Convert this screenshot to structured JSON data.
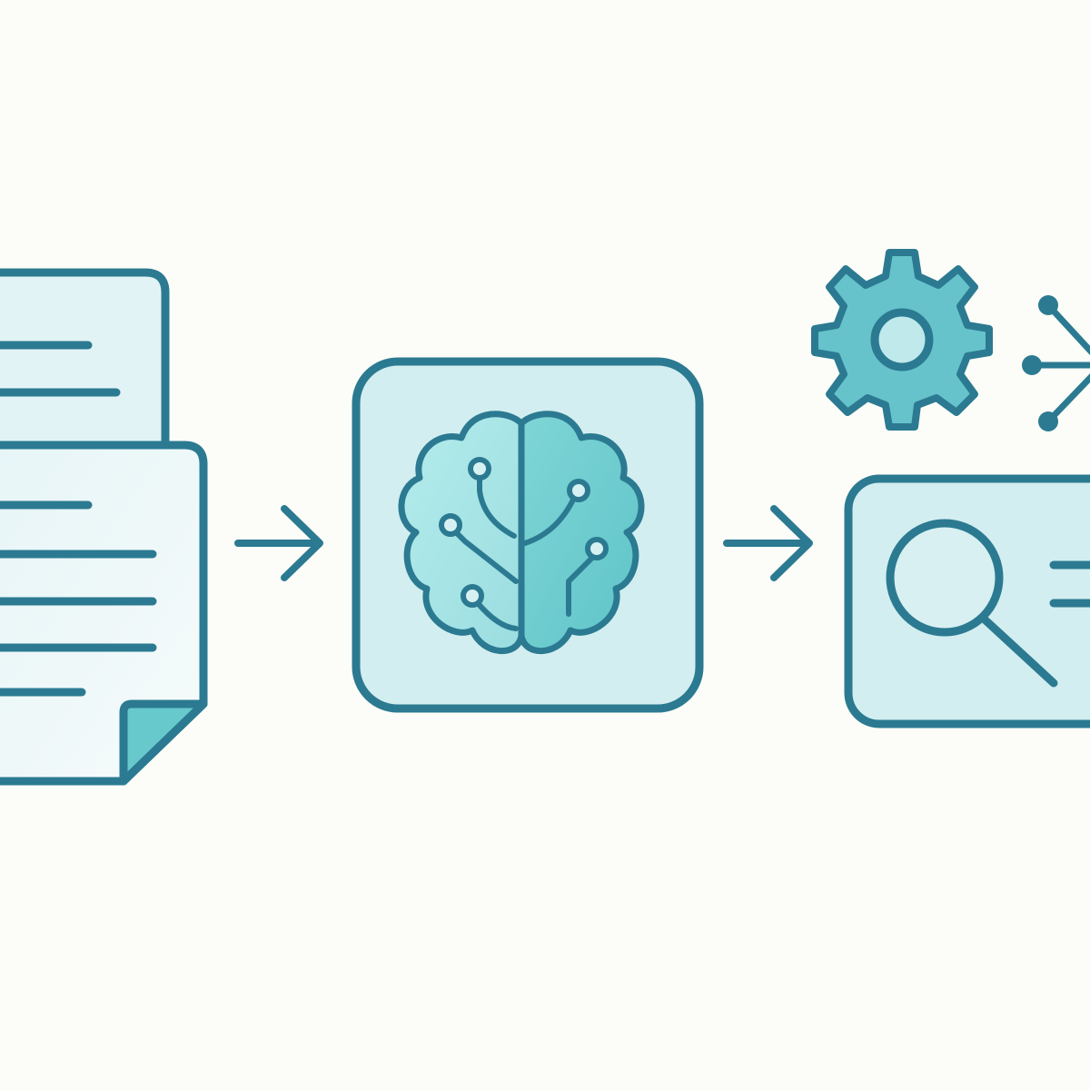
{
  "diagram": {
    "stages": [
      {
        "id": "documents",
        "icon": "document-stack-icon"
      },
      {
        "id": "processing",
        "icon": "brain-circuit-icon"
      },
      {
        "id": "outputs",
        "icons": [
          "gear-icon",
          "branch-network-icon",
          "search-panel-icon"
        ]
      }
    ],
    "connectors": [
      {
        "from": "documents",
        "to": "processing",
        "icon": "arrow-right-icon"
      },
      {
        "from": "processing",
        "to": "outputs",
        "icon": "arrow-right-icon"
      }
    ]
  },
  "colors": {
    "background": "#fcfdf8",
    "stroke": "#2b7a91",
    "panel_fill": "#d3eef0",
    "page_fill": "#eef8f9",
    "accent_fill": "#67c9cc",
    "brain_left_fill": "#a8e2e4",
    "brain_right_fill": "#6ccccf",
    "gear_fill": "#66c3cb"
  }
}
